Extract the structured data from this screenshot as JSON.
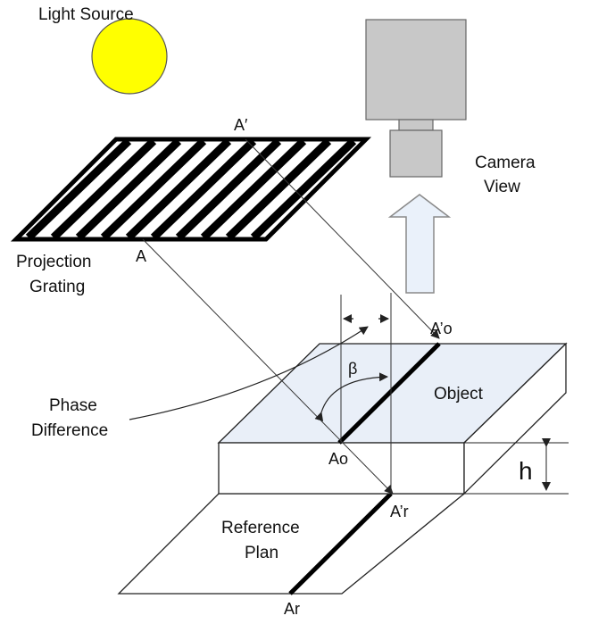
{
  "labels": {
    "light_source": "Light Source",
    "camera_line1": "Camera",
    "camera_line2": "View",
    "a_prime": "A′",
    "a": "A",
    "projection_line1": "Projection",
    "projection_line2": "Grating",
    "a_prime_o": "A’o",
    "beta": "β",
    "object": "Object",
    "phase_line1": "Phase",
    "phase_line2": "Difference",
    "ao": "Ao",
    "h": "h",
    "a_prime_r": "A’r",
    "reference_line1": "Reference",
    "reference_line2": "Plan",
    "ar": "Ar"
  },
  "colors": {
    "light_source_fill": "#ffff00",
    "object_top_fill": "#e9eff8",
    "camera_fill": "#c8c8c8",
    "arrow_fill": "#eaf1fa",
    "arrow_stroke": "#8a8a8a",
    "line": "#222222"
  },
  "icons": {
    "light_source": "sun-circle",
    "camera": "camera-box",
    "camera_view_arrow": "up-arrow"
  }
}
